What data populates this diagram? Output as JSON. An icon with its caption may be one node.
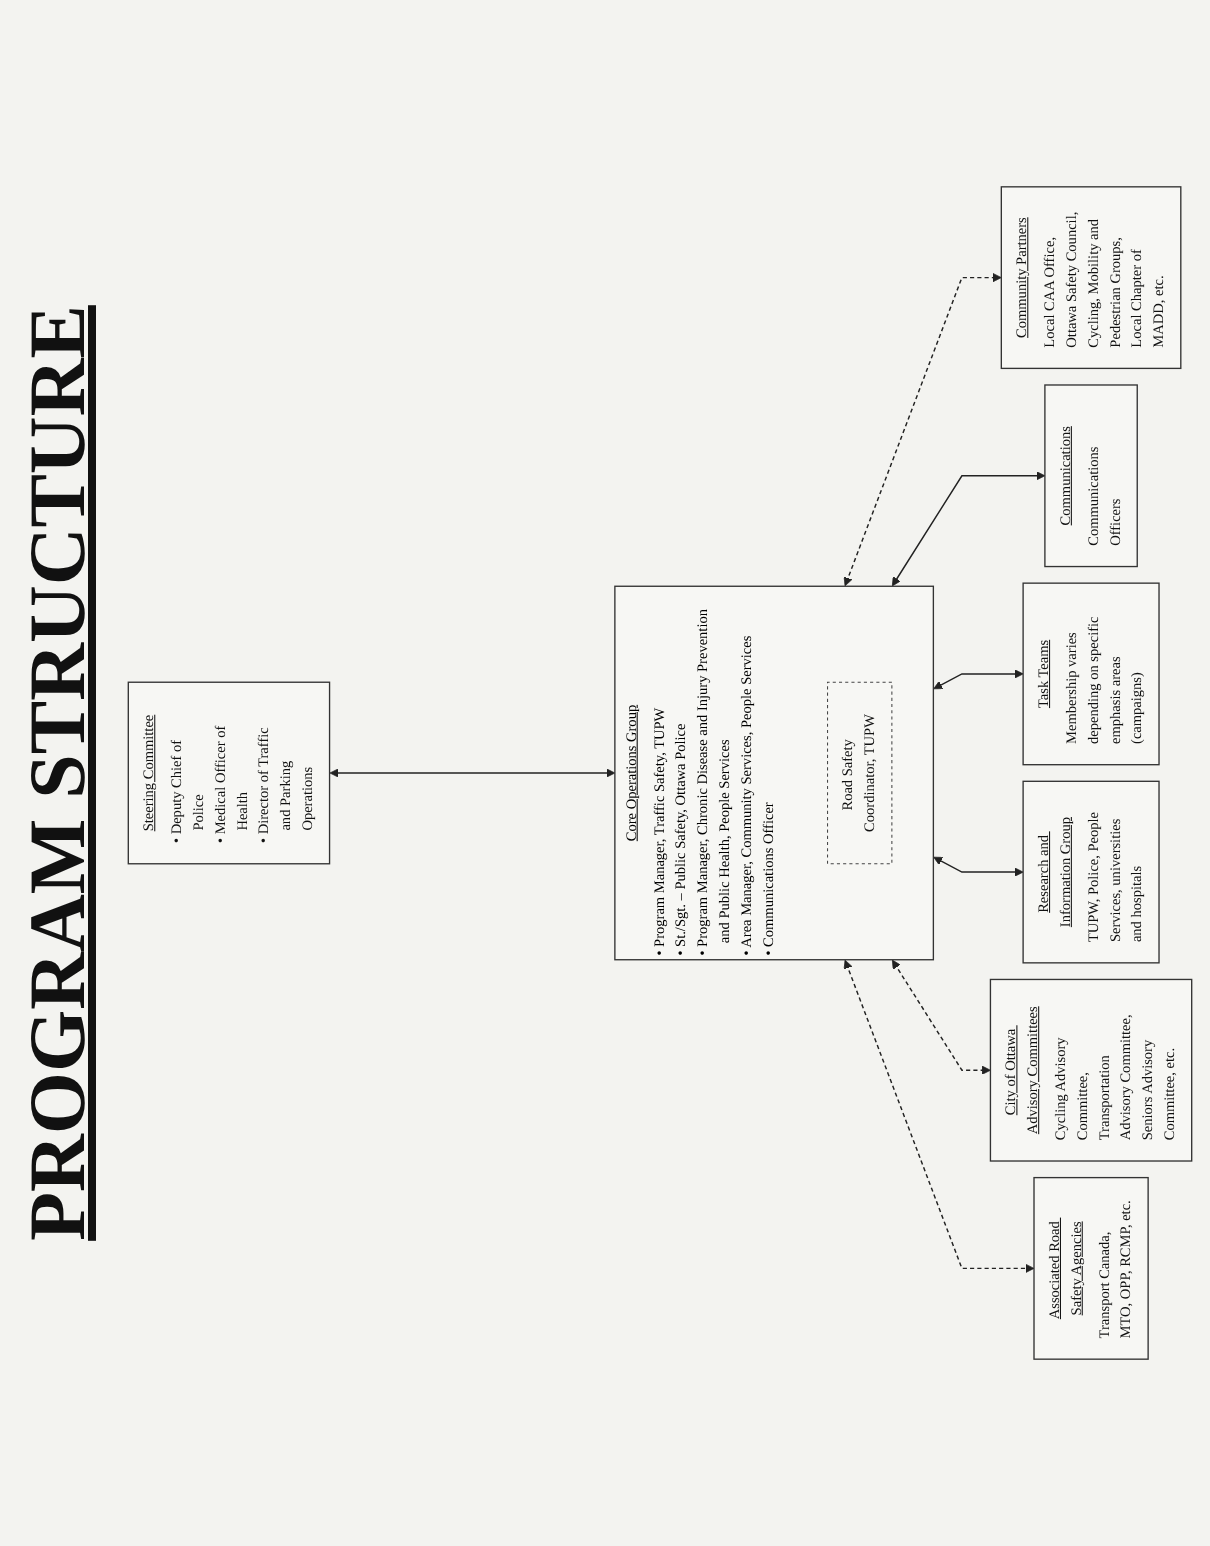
{
  "diagram": {
    "title": "PROGRAM STRUCTURE",
    "nodes": [
      {
        "text": [
          "Steering Committee",
          "• Deputy Chief of Police",
          "• Medical Officer of Health",
          "• Director of Traffic and Parking Operations"
        ]
      },
      {
        "text": [
          "Core Operations Group",
          "• Program Manager, Traffic Safety, TUPW",
          "• St./Sgt. – Public Safety, Ottawa Police",
          "• Program Manager, Chronic Disease and Injury Prevention and Public Health, People Services",
          "• Area Manager, Community Services, People Services",
          "• Communications Officer"
        ]
      },
      {
        "text": [
          "Road Safety Coordinator, TUPW"
        ],
        "in": 1
      },
      {
        "text": [
          "Associated Road Safety Agencies",
          "Transport Canada, MTO, OPP, RCMP, etc."
        ]
      },
      {
        "text": [
          "City of Ottawa Advisory Committees",
          "Cycling Advisory Committee, Transportation Advisory Committee, Seniors Advisory Committee, etc."
        ]
      },
      {
        "text": [
          "Research and Information Group",
          "TUPW, Police, People Services, universities and hospitals"
        ]
      },
      {
        "text": [
          "Task Teams",
          "Membership varies depending on specific emphasis areas (campaigns)"
        ]
      },
      {
        "text": [
          "Communications",
          "Communications Officers"
        ]
      },
      {
        "text": [
          "Community Partners",
          "Local CAA Office, Ottawa Safety Council, Cycling, Mobility and Pedestrian Groups, Local Chapter of MADD, etc."
        ]
      }
    ],
    "edges": [
      {
        "from": 0,
        "to": 1,
        "arrow": "both"
      },
      {
        "from": 1,
        "to": 3,
        "arrow": "both",
        "style": "dashed"
      },
      {
        "from": 1,
        "to": 4,
        "arrow": "both",
        "style": "dashed"
      },
      {
        "from": 1,
        "to": 5,
        "arrow": "both"
      },
      {
        "from": 1,
        "to": 6,
        "arrow": "both"
      },
      {
        "from": 1,
        "to": 7,
        "arrow": "both"
      },
      {
        "from": 1,
        "to": 8,
        "arrow": "both",
        "style": "dashed"
      }
    ]
  }
}
